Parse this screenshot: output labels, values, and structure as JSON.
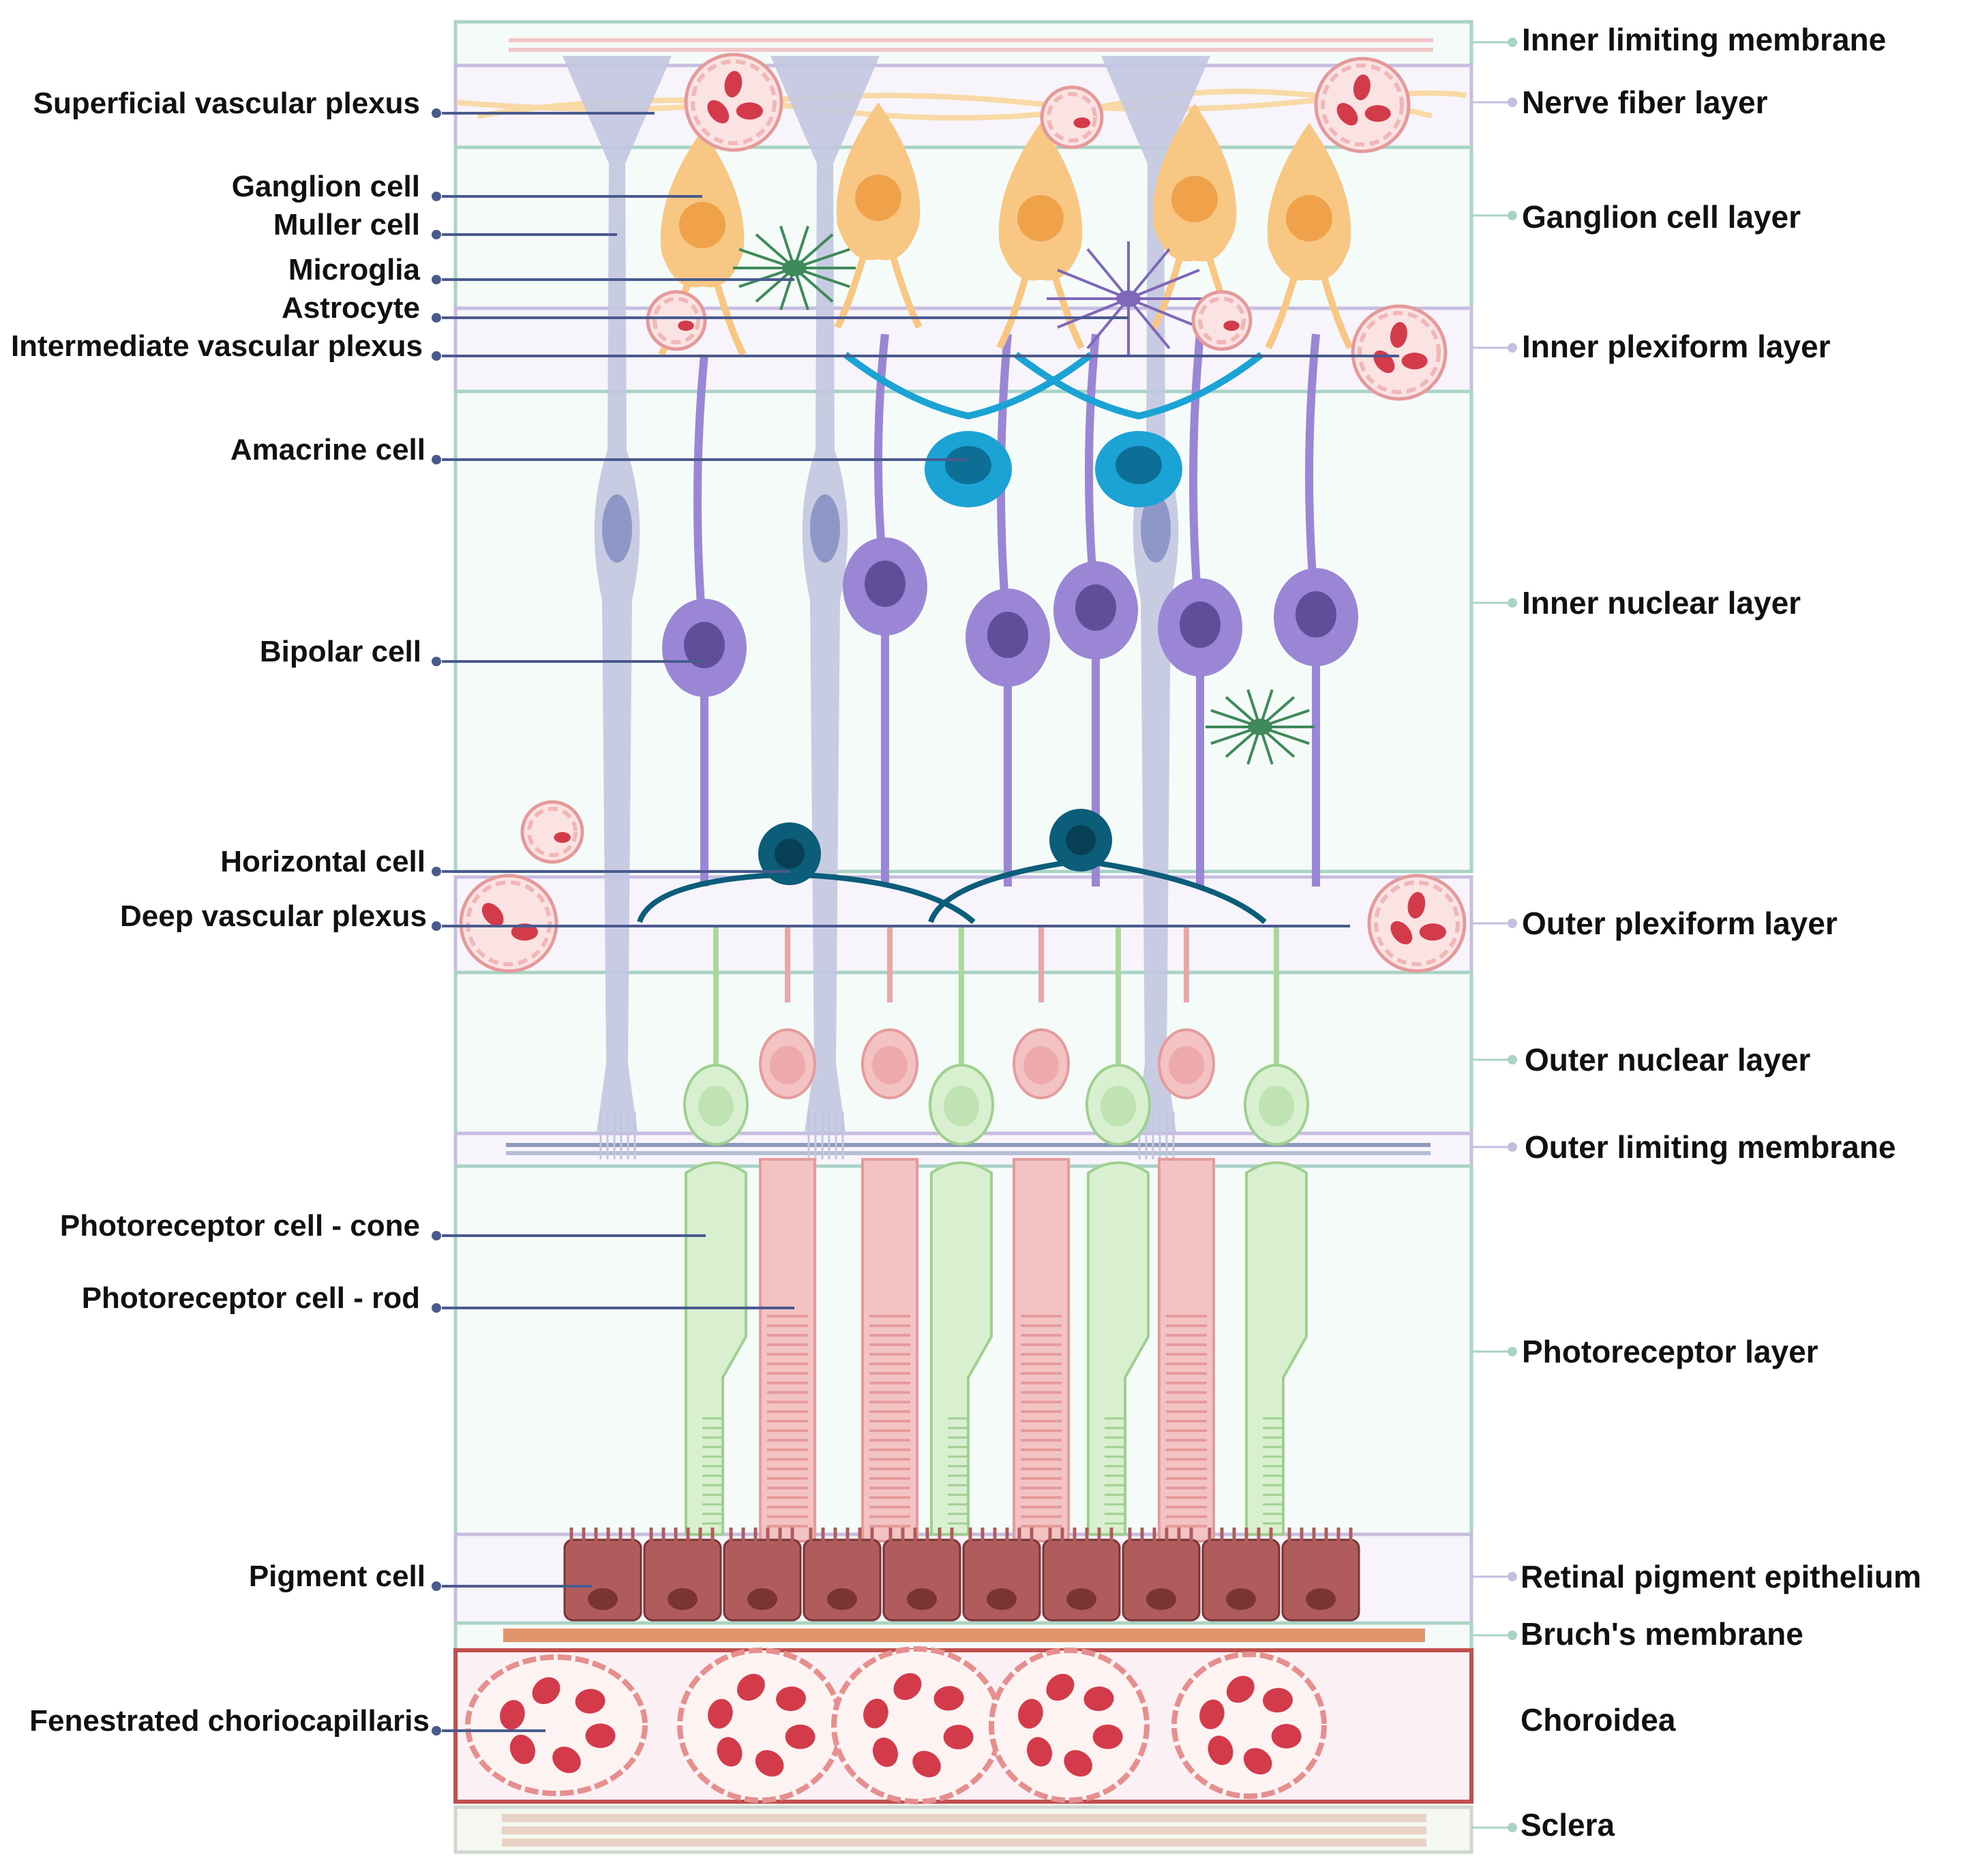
{
  "colors": {
    "left_leader": "#4a5a8c",
    "layer_border_green": "#a8d3c5",
    "layer_border_purple": "#c7bde0",
    "choroid_border": "#c0504d",
    "ganglion": "#f9c784",
    "ganglion_nucleus": "#f0a24a",
    "bipolar": "#9b86d6",
    "bipolar_nucleus": "#5f4f9a",
    "amacrine": "#1aa3d4",
    "horizontal": "#0b5d7a",
    "muller": "#c2c6e0",
    "cone": "#d8f0d0",
    "rod": "#f3c2c2",
    "rpe": "#b05c5c",
    "rbc": "#d33a4a"
  },
  "left_labels": [
    {
      "key": "superficial",
      "text": "Superficial vascular plexus"
    },
    {
      "key": "ganglion_cell",
      "text": "Ganglion cell"
    },
    {
      "key": "muller",
      "text": "Muller cell"
    },
    {
      "key": "microglia",
      "text": "Microglia"
    },
    {
      "key": "astrocyte",
      "text": "Astrocyte"
    },
    {
      "key": "intermediate",
      "text": "Intermediate vascular plexus"
    },
    {
      "key": "amacrine",
      "text": "Amacrine cell"
    },
    {
      "key": "bipolar",
      "text": "Bipolar cell"
    },
    {
      "key": "horizontal",
      "text": "Horizontal cell"
    },
    {
      "key": "deep",
      "text": "Deep vascular plexus"
    },
    {
      "key": "cone",
      "text": "Photoreceptor cell - cone"
    },
    {
      "key": "rod",
      "text": "Photoreceptor cell - rod"
    },
    {
      "key": "pigment",
      "text": "Pigment cell"
    },
    {
      "key": "chorio",
      "text": "Fenestrated choriocapillaris"
    }
  ],
  "right_labels": [
    {
      "key": "ilm",
      "text": "Inner limiting membrane"
    },
    {
      "key": "nfl",
      "text": "Nerve fiber layer"
    },
    {
      "key": "gcl",
      "text": "Ganglion cell layer"
    },
    {
      "key": "ipl",
      "text": "Inner plexiform layer"
    },
    {
      "key": "inl",
      "text": "Inner nuclear layer"
    },
    {
      "key": "opl",
      "text": "Outer plexiform layer"
    },
    {
      "key": "onl",
      "text": "Outer nuclear layer"
    },
    {
      "key": "olm",
      "text": "Outer limiting membrane"
    },
    {
      "key": "pr",
      "text": "Photoreceptor layer"
    },
    {
      "key": "rpe",
      "text": "Retinal pigment epithelium"
    },
    {
      "key": "bruch",
      "text": "Bruch's membrane"
    },
    {
      "key": "choroid",
      "text": "Choroidea"
    },
    {
      "key": "sclera",
      "text": "Sclera"
    }
  ]
}
